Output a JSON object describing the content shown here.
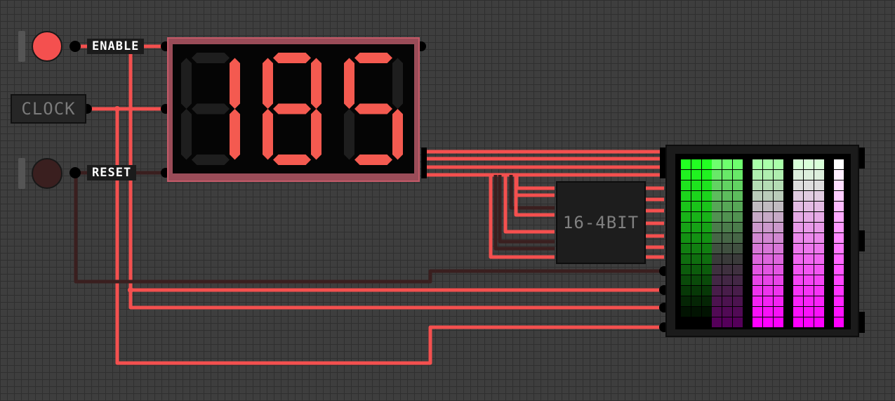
{
  "inputs": {
    "enable": {
      "label": "ENABLE",
      "state": "on",
      "color": "#f4504f"
    },
    "clock": {
      "label": "CLOCK"
    },
    "reset": {
      "label": "RESET",
      "state": "off",
      "color": "#3a1f1f"
    }
  },
  "display": {
    "value": "185",
    "segment_on_color": "#f45a50",
    "segment_off_color": "#1e1e1e",
    "frame_color": "#9a4c58"
  },
  "chip": {
    "label": "16-4BIT"
  },
  "led_matrix": {
    "columns": [
      {
        "name": "green",
        "color": "#22ff22"
      },
      {
        "name": "light-green",
        "color": "#6eff6e"
      },
      {
        "name": "pale-green",
        "color": "#a9ffa9"
      },
      {
        "name": "mint",
        "color": "#d9ffd9"
      },
      {
        "name": "white",
        "color": "#ffffff"
      }
    ],
    "gradient_end": "#ff00ff"
  },
  "wire_colors": {
    "active": "#f4504f",
    "inactive": "#3a1f1f"
  }
}
